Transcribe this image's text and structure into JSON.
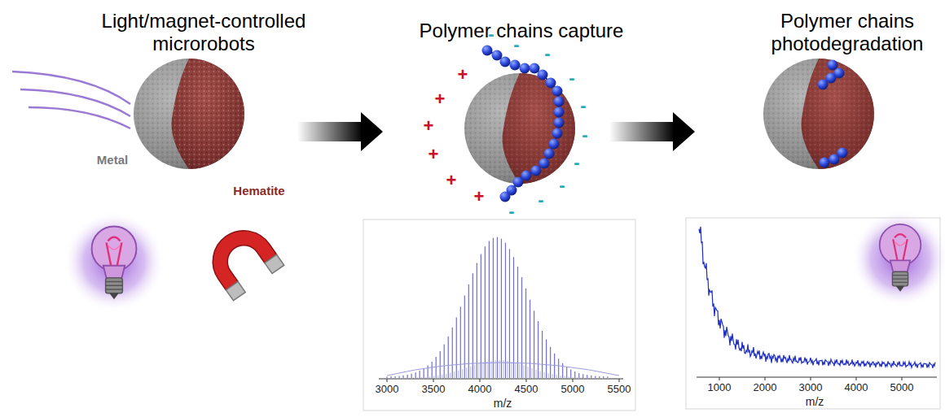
{
  "diagram": {
    "labels": [
      "Light/magnet-controlled microrobots",
      "Polymer chains capture",
      "Polymer chains photodegradation",
      "Metal",
      "Hematite",
      "+",
      "+",
      "+",
      "+",
      "+",
      "+",
      "-",
      "-",
      "-",
      "-",
      "-",
      "-",
      "-",
      "-",
      "-",
      "-",
      "3000",
      "3500",
      "4000",
      "4500",
      "5000",
      "5500",
      "m/z",
      "1000",
      "2000",
      "3000",
      "4000",
      "5000",
      "m/z"
    ]
  }
}
